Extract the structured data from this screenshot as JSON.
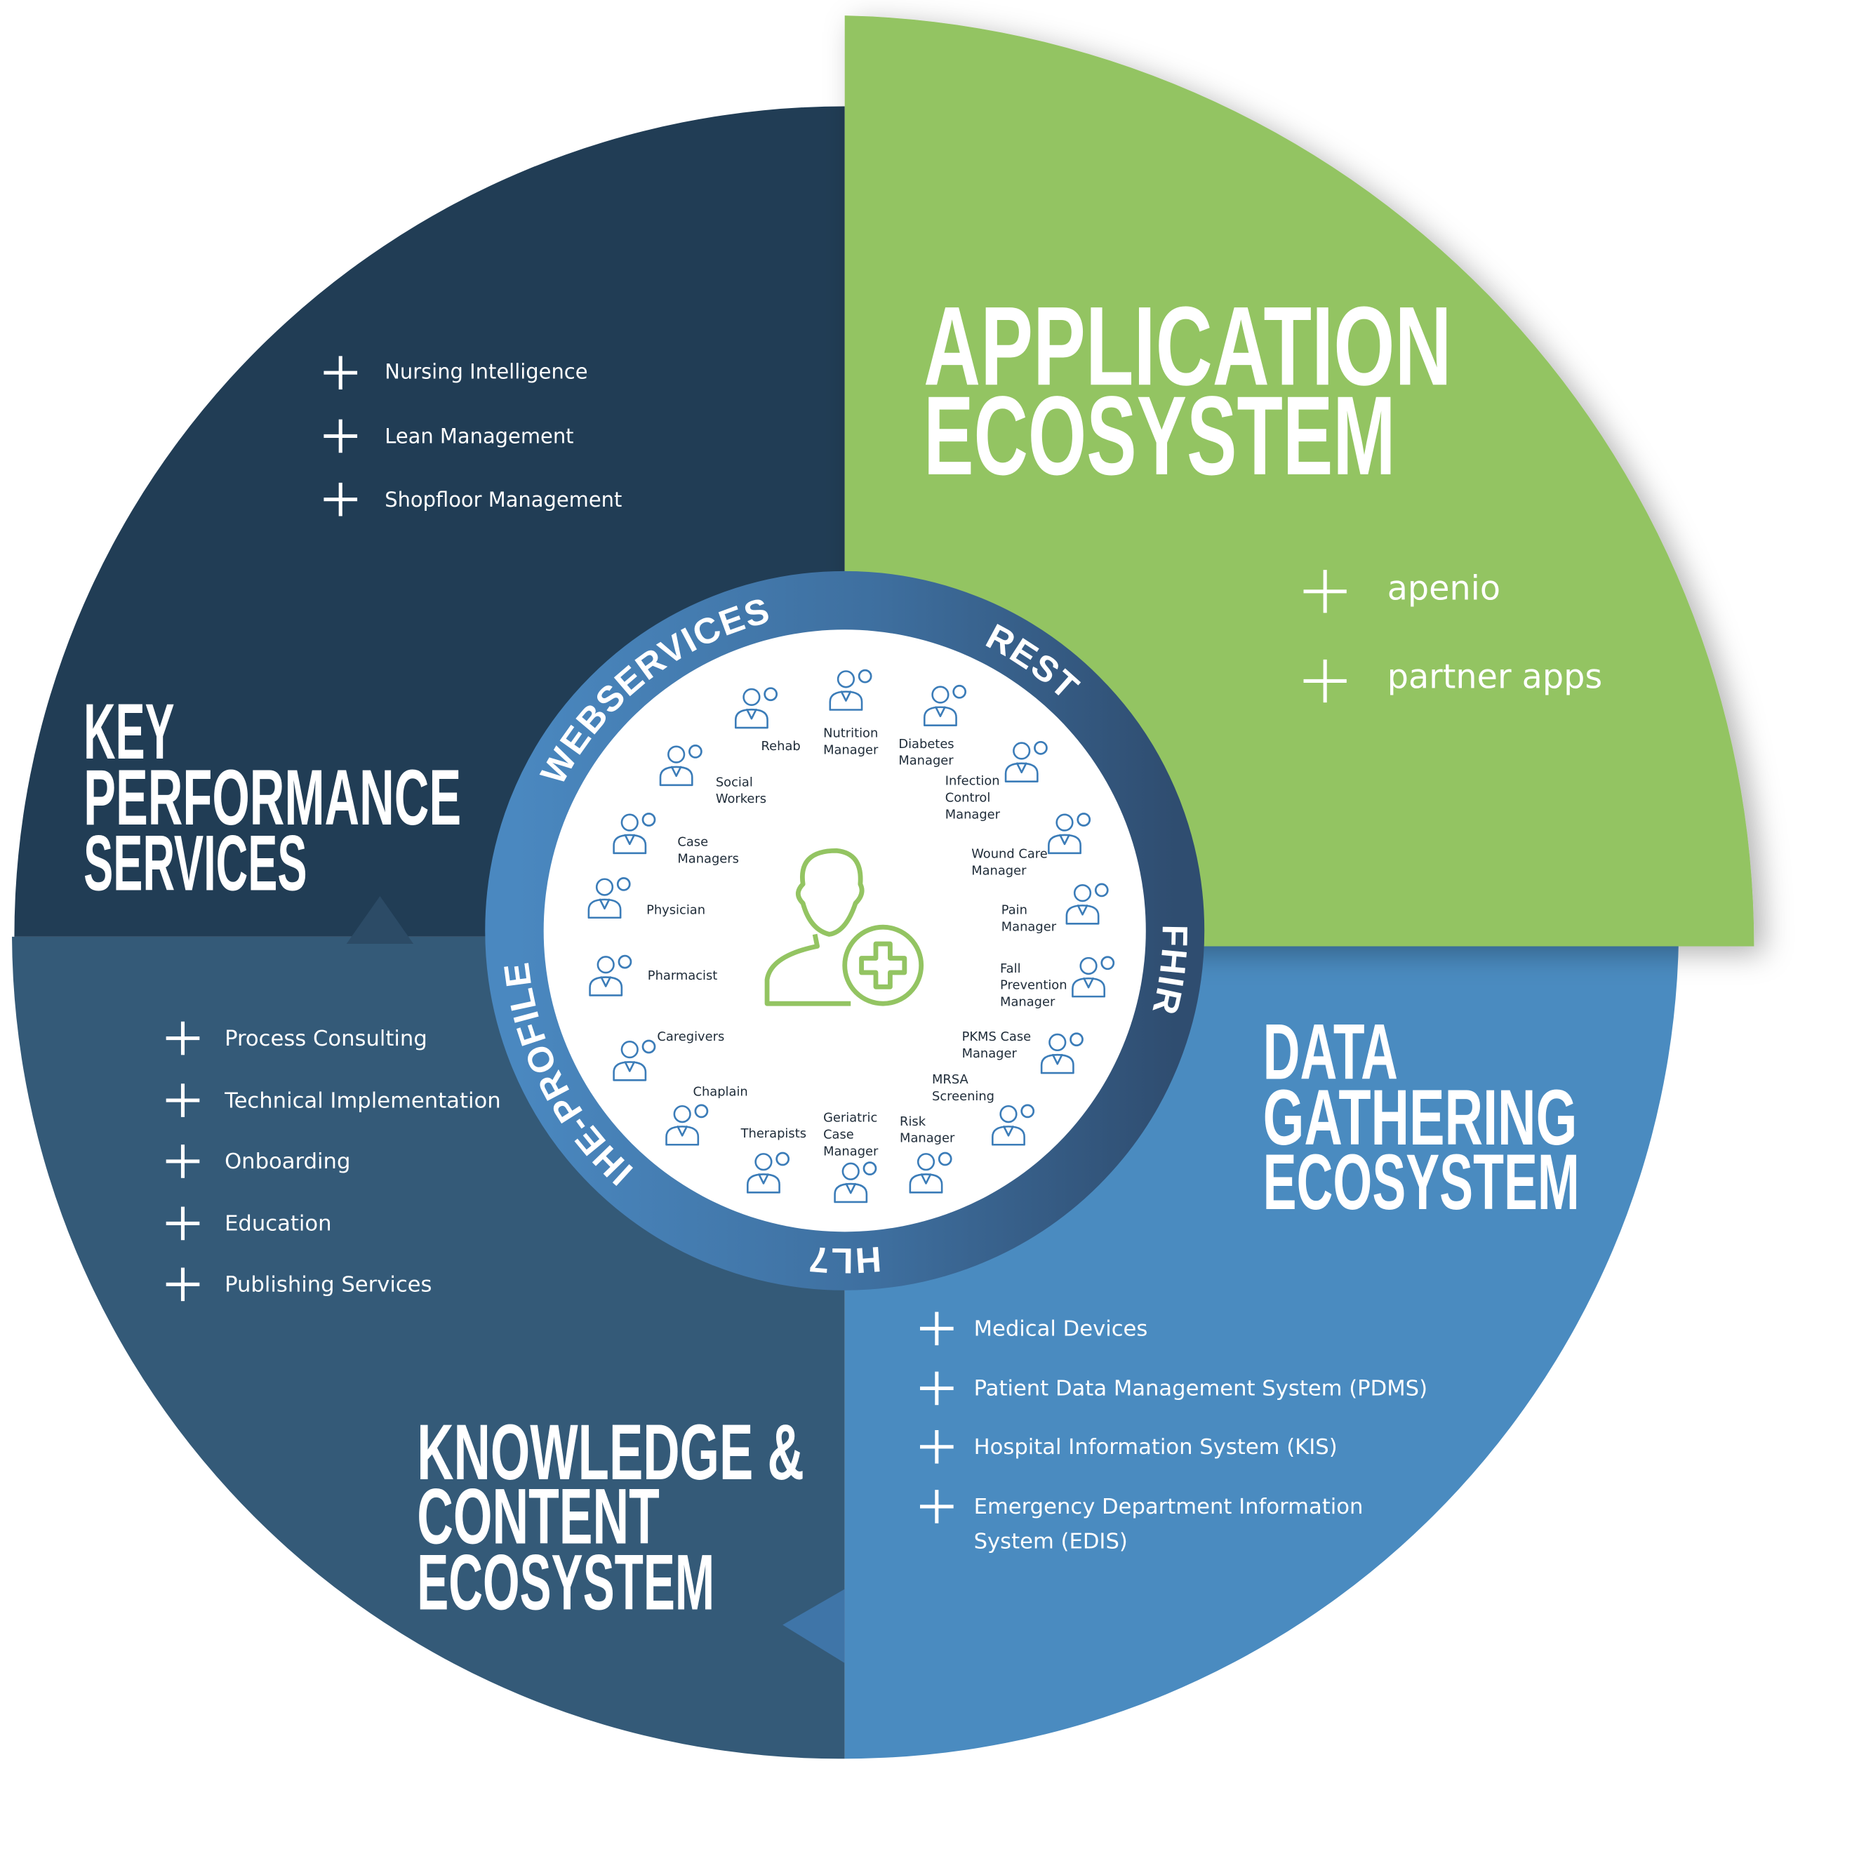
{
  "colors": {
    "kps": "#213d55",
    "knowledge": "#345a78",
    "data_gathering": "#4a8bc0",
    "application": "#93c462",
    "ring_light": "#4a88c0",
    "ring_dark": "#2f4d70",
    "icon": "#3b7cb8",
    "center_icon": "#93c462"
  },
  "application": {
    "title": [
      "APPLICATION",
      "ECOSYSTEM"
    ],
    "items": [
      "apenio",
      "partner apps"
    ]
  },
  "kps": {
    "title": [
      "KEY",
      "PERFORMANCE",
      "SERVICES"
    ],
    "items": [
      "Nursing Intelligence",
      "Lean Management",
      "Shopfloor Management"
    ]
  },
  "knowledge": {
    "title": [
      "KNOWLEDGE &",
      "CONTENT",
      "ECOSYSTEM"
    ],
    "items": [
      "Process Consulting",
      "Technical Implementation",
      "Onboarding",
      "Education",
      "Publishing Services"
    ]
  },
  "data_gathering": {
    "title": [
      "DATA",
      "GATHERING",
      "ECOSYSTEM"
    ],
    "items": [
      "Medical Devices",
      "Patient Data Management System (PDMS)",
      "Hospital Information System (KIS)",
      "Emergency Department Information",
      "System (EDIS)"
    ]
  },
  "ring": {
    "labels": [
      "WEBSERVICES",
      "REST",
      "FHIR",
      "HL7",
      "IHE-PROFILE"
    ]
  },
  "center": {
    "icon": "patient-plus-icon"
  },
  "roles": [
    {
      "lines": [
        "Rehab"
      ],
      "icon": "rehab-icon"
    },
    {
      "lines": [
        "Nutrition",
        "Manager"
      ],
      "icon": "nutrition-icon"
    },
    {
      "lines": [
        "Diabetes",
        "Manager"
      ],
      "icon": "diabetes-icon"
    },
    {
      "lines": [
        "Infection",
        "Control",
        "Manager"
      ],
      "icon": "infection-control-icon"
    },
    {
      "lines": [
        "Wound Care",
        "Manager"
      ],
      "icon": "bandage-icon"
    },
    {
      "lines": [
        "Pain",
        "Manager"
      ],
      "icon": "pain-icon"
    },
    {
      "lines": [
        "Fall",
        "Prevention",
        "Manager"
      ],
      "icon": "shield-plus-icon"
    },
    {
      "lines": [
        "PKMS Case",
        "Manager"
      ],
      "icon": "monitor-icon"
    },
    {
      "lines": [
        "MRSA",
        "Screening"
      ],
      "icon": "folder-gear-icon"
    },
    {
      "lines": [
        "Risk",
        "Manager"
      ],
      "icon": "risk-icon"
    },
    {
      "lines": [
        "Geriatric",
        "Case",
        "Manager"
      ],
      "icon": "geriatric-icon"
    },
    {
      "lines": [
        "Therapists"
      ],
      "icon": "therapist-icon"
    },
    {
      "lines": [
        "Chaplain"
      ],
      "icon": "chapel-icon"
    },
    {
      "lines": [
        "Caregivers"
      ],
      "icon": "caregivers-icon"
    },
    {
      "lines": [
        "Pharmacist"
      ],
      "icon": "pharmacist-icon"
    },
    {
      "lines": [
        "Physician"
      ],
      "icon": "physician-icon"
    },
    {
      "lines": [
        "Case",
        "Managers"
      ],
      "icon": "case-manager-icon"
    },
    {
      "lines": [
        "Social",
        "Workers"
      ],
      "icon": "social-workers-icon"
    }
  ]
}
